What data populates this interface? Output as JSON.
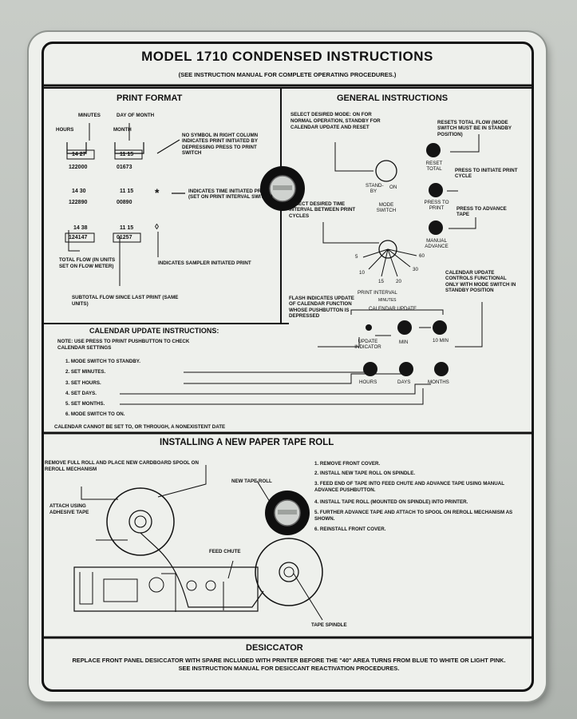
{
  "header": {
    "title": "MODEL 1710 CONDENSED INSTRUCTIONS",
    "subtitle": "(SEE INSTRUCTION MANUAL FOR COMPLETE OPERATING PROCEDURES.)"
  },
  "print_format": {
    "heading": "PRINT FORMAT",
    "minutes": "MINUTES",
    "day_of_month": "DAY OF MONTH",
    "hours": "HOURS",
    "month": "MONTH",
    "sample1_time": "14 27",
    "sample1_date": "11 15",
    "sample1_time_flow": "122000",
    "sample1_date_flow": "01673",
    "note_no_symbol": "NO SYMBOL IN RIGHT COLUMN INDICATES PRINT INITIATED BY DEPRESSING PRESS TO PRINT SWITCH",
    "sample2_time": "14 30",
    "sample2_date": "11 15",
    "sample2_time_flow": "122890",
    "sample2_date_flow": "00890",
    "note_time_symbol": "*",
    "note_time": "INDICATES TIME INITIATED PRINT (SET ON PRINT INTERVAL SWITCH)",
    "sample3_time": "14 38",
    "sample3_date": "11 15",
    "sample3_time_flow": "124147",
    "sample3_date_flow": "01257",
    "note_sampler_symbol": "◊",
    "note_sampler": "INDICATES SAMPLER INITIATED PRINT",
    "total_flow": "TOTAL FLOW (IN UNITS SET ON FLOW METER)",
    "subtotal_flow": "SUBTOTAL FLOW SINCE LAST PRINT (SAME UNITS)"
  },
  "general": {
    "heading": "GENERAL INSTRUCTIONS",
    "select_mode": "SELECT DESIRED MODE: ON FOR NORMAL OPERATION, STANDBY FOR CALENDAR UPDATE AND RESET",
    "mode_standby": "STAND- BY",
    "mode_on": "ON",
    "mode_switch": "MODE SWITCH",
    "resets_total": "RESETS TOTAL FLOW (MODE SWITCH MUST BE IN STANDBY POSITION)",
    "reset_total": "RESET TOTAL",
    "press_initiate": "PRESS TO INITIATE PRINT CYCLE",
    "press_to_print": "PRESS TO PRINT",
    "press_advance": "PRESS TO ADVANCE TAPE",
    "manual_advance": "MANUAL ADVANCE",
    "select_interval": "SELECT DESIRED TIME INTERVAL BETWEEN PRINT CYCLES",
    "interval_5": "5",
    "interval_10": "10",
    "interval_15": "15",
    "interval_20": "20",
    "interval_30": "30",
    "interval_60": "60",
    "print_interval": "PRINT INTERVAL",
    "minutes": "MINUTES",
    "flash_note": "FLASH INDICATES UPDATE OF CALENDAR FUNCTION WHOSE PUSHBUTTON IS DEPRESSED",
    "calendar_note": "CALENDAR UPDATE CONTROLS FUNCTIONAL ONLY WITH MODE SWITCH IN STANDBY POSITION",
    "calendar_update": "CALENDAR UPDATE",
    "update_indicator": "UPDATE INDICATOR",
    "min": "MIN",
    "ten_min": "10 MIN",
    "hours": "HOURS",
    "days": "DAYS",
    "months": "MONTHS"
  },
  "calendar": {
    "heading": "CALENDAR UPDATE INSTRUCTIONS:",
    "note": "NOTE: USE PRESS TO PRINT PUSHBUTTON TO CHECK CALENDAR SETTINGS",
    "steps": [
      "1. MODE SWITCH TO STANDBY.",
      "2. SET MINUTES.",
      "3. SET HOURS.",
      "4. SET DAYS.",
      "5. SET MONTHS.",
      "6. MODE SWITCH TO ON."
    ],
    "footer": "CALENDAR CANNOT BE SET TO, OR THROUGH, A NONEXISTENT DATE"
  },
  "tape": {
    "heading": "INSTALLING A NEW PAPER TAPE ROLL",
    "remove_roll": "REMOVE FULL ROLL AND PLACE NEW CARDBOARD SPOOL ON REROLL MECHANISM",
    "attach": "ATTACH USING ADHESIVE TAPE",
    "new_roll": "NEW TAPE ROLL",
    "feed_chute": "FEED CHUTE",
    "tape_spindle": "TAPE SPINDLE",
    "steps": [
      "1. REMOVE FRONT COVER.",
      "2. INSTALL NEW TAPE ROLL ON SPINDLE.",
      "3. FEED END OF TAPE INTO FEED CHUTE AND ADVANCE TAPE USING MANUAL ADVANCE PUSHBUTTON.",
      "4. INSTALL TAPE ROLL (MOUNTED ON SPINDLE) INTO PRINTER.",
      "5. FURTHER ADVANCE TAPE AND ATTACH TO SPOOL ON REROLL MECHANISM AS SHOWN.",
      "6. REINSTALL FRONT COVER."
    ]
  },
  "desiccator": {
    "heading": "DESICCATOR",
    "text": "REPLACE FRONT PANEL DESICCATOR WITH SPARE INCLUDED WITH PRINTER BEFORE THE \"40\" AREA TURNS FROM BLUE TO WHITE OR LIGHT PINK. SEE INSTRUCTION MANUAL FOR DESICCANT REACTIVATION PROCEDURES."
  }
}
